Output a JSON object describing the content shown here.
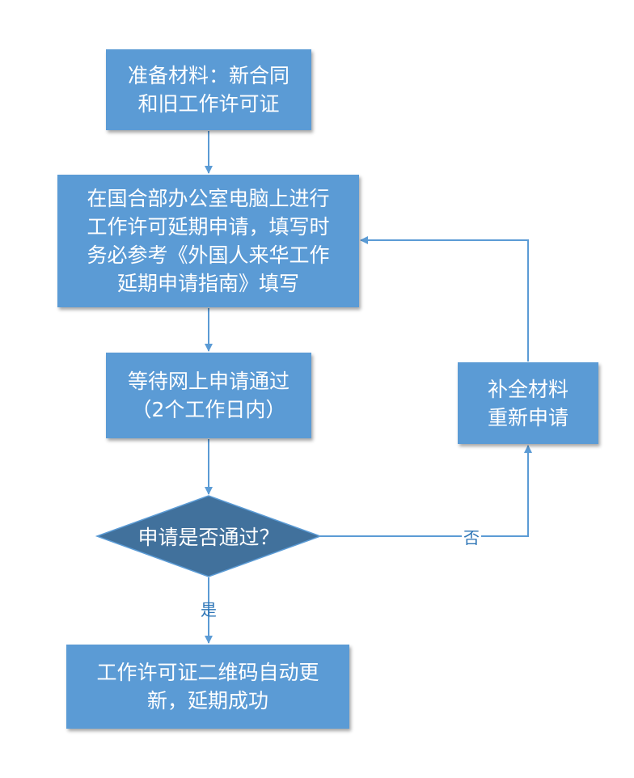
{
  "steps": {
    "prepare": [
      "准备材料：新合同",
      "和旧工作许可证"
    ],
    "apply": [
      "在国合部办公室电脑上进行",
      "工作许可延期申请，填写时",
      "务必参考《外国人来华工作",
      "延期申请指南》填写"
    ],
    "wait": [
      "等待网上申请通过",
      "（2个工作日内）"
    ],
    "decision": "申请是否通过？",
    "success": [
      "工作许可证二维码自动更",
      "新，延期成功"
    ],
    "resubmit": [
      "补全材料",
      "重新申请"
    ]
  },
  "edges": {
    "yes_label": "是",
    "no_label": "否"
  },
  "colors": {
    "box_fill": "#5b9bd5",
    "decision_fill": "#41719c",
    "connector": "#5b9bd5",
    "label_text": "#2e75b6"
  }
}
